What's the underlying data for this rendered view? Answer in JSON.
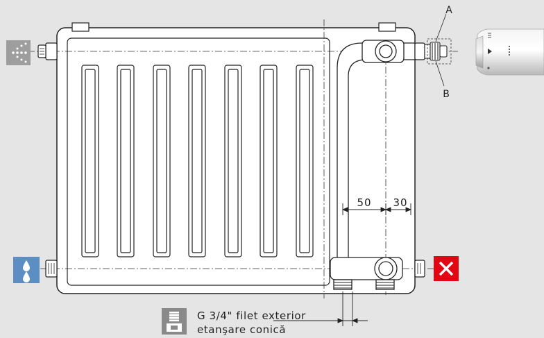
{
  "labels": {
    "a": "A",
    "b": "B",
    "dim_left": "50",
    "dim_right": "30"
  },
  "caption": {
    "line1": "G 3/4\" filet exterior",
    "line2": "etanşare conică"
  },
  "icons": {
    "top_left": "air-vent-icon",
    "bottom_left": "water-drain-icon",
    "bottom_right": "closed-x-icon",
    "caption": "threaded-fitting-icon"
  },
  "colors": {
    "background": "#e5e5e5",
    "vent_icon": "#9e9e9e",
    "drain_icon": "#5b8fc4",
    "closed_icon": "#e30613",
    "thread_icon": "#8a8a8a"
  }
}
